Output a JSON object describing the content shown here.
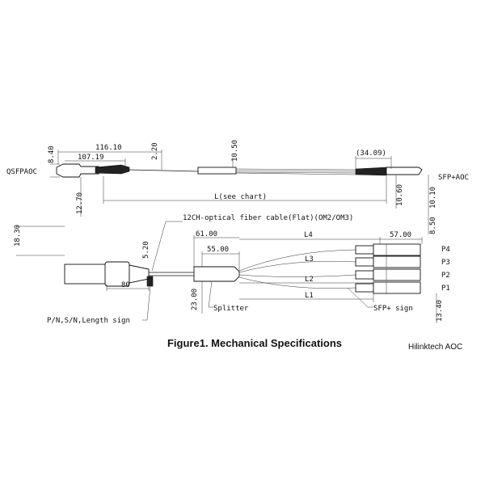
{
  "top_view": {
    "left_label": "QSFPAOC",
    "right_label": "SFP+AOC",
    "dim_116": "116.10",
    "dim_107": "107.19",
    "dim_8_40": "8.40",
    "dim_12_70": "12.70",
    "dim_2_20": "2.20",
    "dim_10_50": "10.50",
    "dim_34": "(34.09)",
    "dim_10_60": "10.60",
    "dim_10_10": "10.10",
    "dim_8_50": "8.50",
    "length": "L(see chart)"
  },
  "side_view": {
    "fiber_label": "12CH-optical fiber cable(Flat)(OM2/OM3)",
    "dim_18_30": "18.30",
    "dim_5_20": "5.20",
    "dim_80": "80",
    "dim_61": "61.00",
    "dim_55": "55.00",
    "dim_23": "23.00",
    "dim_57": "57.00",
    "dim_13_40": "13.40",
    "L4": "L4",
    "L3": "L3",
    "L2": "L2",
    "L1": "L1",
    "P4": "P4",
    "P3": "P3",
    "P2": "P2",
    "P1": "P1",
    "splitter": "Splitter",
    "sfp_sign": "SFP+ sign",
    "pn_sign": "P/N,S/N,Length sign"
  },
  "caption": "Figure1. Mechanical Specifications",
  "brand": "Hilinktech AOC"
}
